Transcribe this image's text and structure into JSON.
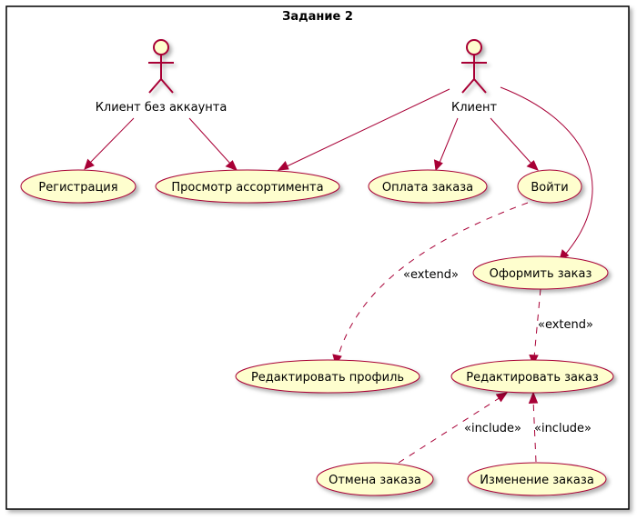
{
  "diagram": {
    "title": "Задание 2",
    "actors": {
      "guest": "Клиент без аккаунта",
      "client": "Клиент"
    },
    "use_cases": {
      "registration": "Регистрация",
      "browse": "Просмотр ассортимента",
      "payment": "Оплата заказа",
      "login": "Войти",
      "place_order": "Оформить заказ",
      "edit_profile": "Редактировать профиль",
      "edit_order": "Редактировать заказ",
      "cancel_order": "Отмена заказа",
      "change_order": "Изменение заказа"
    },
    "relations": {
      "login_extend": "«extend»",
      "order_extend": "«extend»",
      "cancel_include": "«include»",
      "change_include": "«include»"
    },
    "colors": {
      "line": "#A80036",
      "fill": "#FEFECE"
    }
  }
}
